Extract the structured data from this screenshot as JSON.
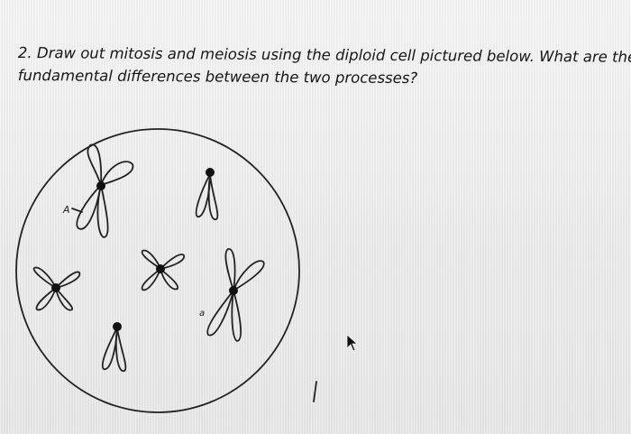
{
  "question": {
    "line1": "2. Draw out mitosis and meiosis using the diploid cell pictured below. What are the",
    "line2": "fundamental differences between the two processes?"
  },
  "diagram": {
    "chromosome_labels": {
      "label_a": "A",
      "label_a_lower": "a"
    }
  },
  "colors": {
    "ink": "#222222",
    "background": "#ececec"
  }
}
